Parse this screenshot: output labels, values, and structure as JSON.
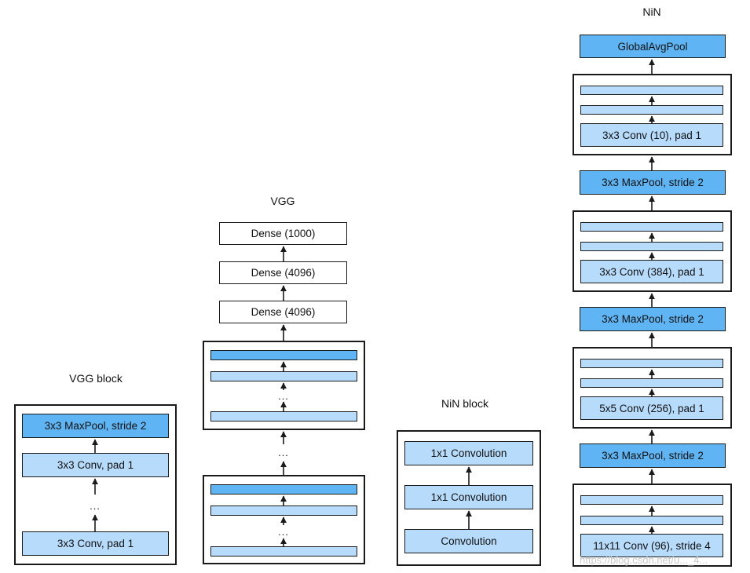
{
  "vgg_block": {
    "title": "VGG block",
    "maxpool": "3x3 MaxPool, stride 2",
    "conv_top": "3x3 Conv, pad 1",
    "conv_bottom": "3x3 Conv, pad 1",
    "ellipsis": "..."
  },
  "vgg": {
    "title": "VGG",
    "dense1": "Dense (1000)",
    "dense2": "Dense (4096)",
    "dense3": "Dense (4096)",
    "ellipsis": "..."
  },
  "nin_block": {
    "title": "NiN block",
    "conv1x1_top": "1x1 Convolution",
    "conv1x1_mid": "1x1 Convolution",
    "conv": "Convolution"
  },
  "nin": {
    "title": "NiN",
    "gap": "GlobalAvgPool",
    "conv10": "3x3 Conv (10), pad 1",
    "pool3": "3x3 MaxPool, stride 2",
    "conv384": "3x3 Conv (384), pad 1",
    "pool2": "3x3 MaxPool, stride 2",
    "conv256": "5x5 Conv (256), pad 1",
    "pool1": "3x3 MaxPool, stride 2",
    "conv96": "11x11 Conv (96), stride 4"
  },
  "watermark": "https://blog.csdn.net/u..._4...",
  "colors": {
    "light": "#b7dcfb",
    "dark": "#5fb5f3",
    "stroke": "#1a1a1a"
  }
}
